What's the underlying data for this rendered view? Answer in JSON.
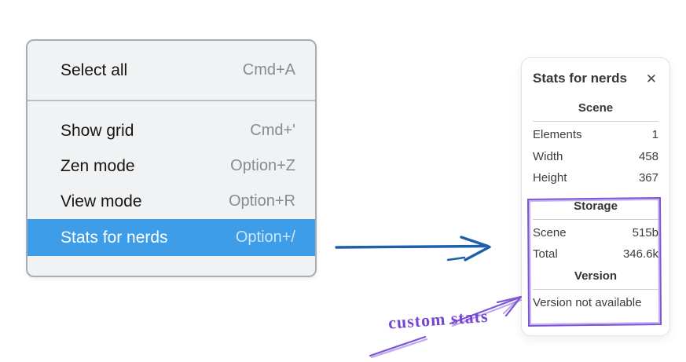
{
  "context_menu": {
    "items": [
      {
        "label": "Select all",
        "shortcut": "Cmd+A",
        "selected": false
      },
      {
        "label": "Show grid",
        "shortcut": "Cmd+'",
        "selected": false
      },
      {
        "label": "Zen mode",
        "shortcut": "Option+Z",
        "selected": false
      },
      {
        "label": "View mode",
        "shortcut": "Option+R",
        "selected": false
      },
      {
        "label": "Stats for nerds",
        "shortcut": "Option+/",
        "selected": true
      }
    ]
  },
  "stats_panel": {
    "title": "Stats for nerds",
    "close_glyph": "✕",
    "sections": [
      {
        "heading": "Scene",
        "rows": [
          {
            "label": "Elements",
            "value": "1"
          },
          {
            "label": "Width",
            "value": "458"
          },
          {
            "label": "Height",
            "value": "367"
          }
        ]
      },
      {
        "heading": "Storage",
        "rows": [
          {
            "label": "Scene",
            "value": "515b"
          },
          {
            "label": "Total",
            "value": "346.6k"
          }
        ]
      },
      {
        "heading": "Version",
        "note": "Version not available"
      }
    ]
  },
  "annotation": {
    "label": "custom stats"
  },
  "colors": {
    "menu_background": "#f1f2f4",
    "menu_border": "#a8adb4",
    "highlight_blue": "#3e9de9",
    "arrow_blue": "#1f5fa9",
    "annotation_purple": "#7c56d6"
  }
}
